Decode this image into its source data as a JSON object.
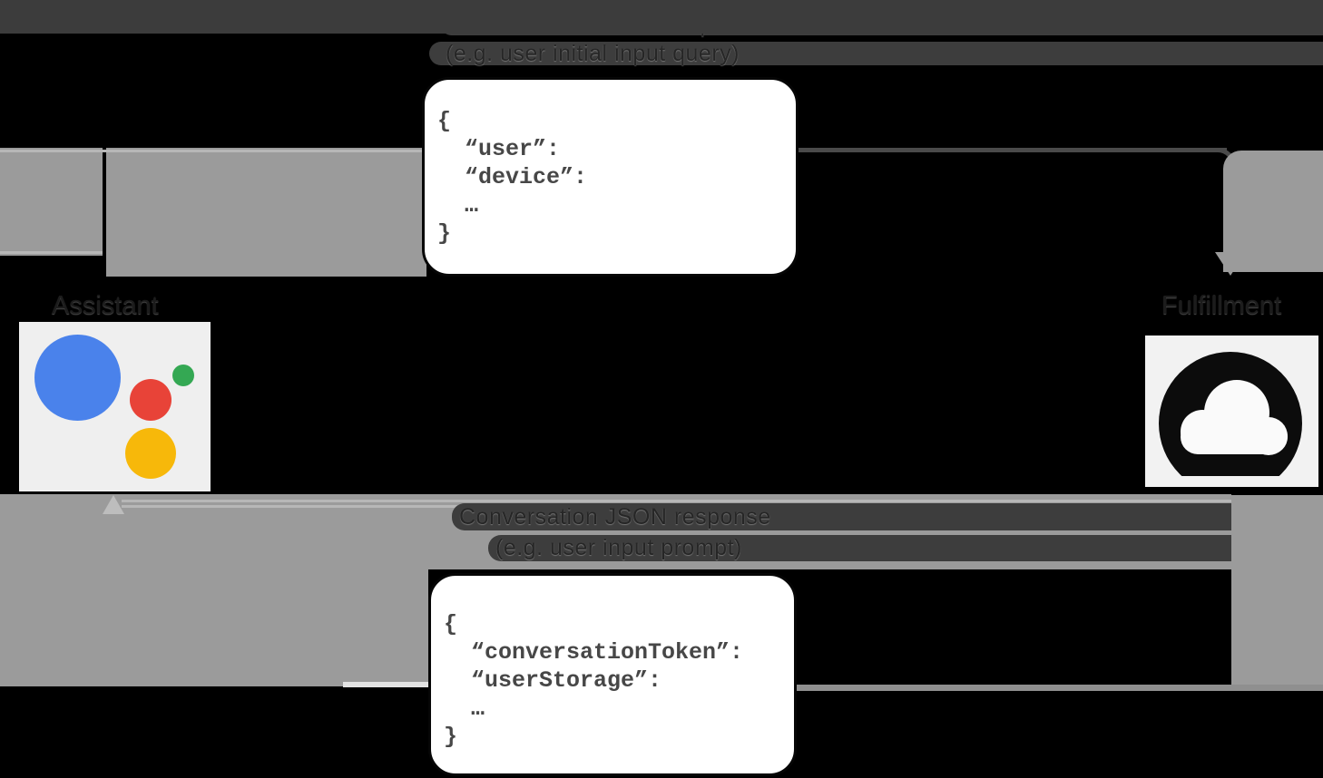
{
  "diagram": {
    "request": {
      "title_line1": "Conversation JSON request",
      "title_line2": "(e.g. user initial input query)",
      "code": [
        "{",
        "“user”:",
        "“device”:",
        "…",
        "}"
      ]
    },
    "response": {
      "title_line1": "Conversation JSON response",
      "title_line2": "(e.g. user input prompt)",
      "code": [
        "{",
        "“conversationToken”:",
        "“userStorage”:",
        "…",
        "}"
      ]
    },
    "nodes": {
      "assistant": {
        "label": "Assistant",
        "icon": "google-assistant-logo"
      },
      "fulfillment": {
        "label": "Fulfillment",
        "icon": "cloud-logo"
      }
    },
    "colors": {
      "background": "#000000",
      "arrow_gray": "#9b9b9b",
      "band_dark": "#3d3d3d",
      "node_box_light": "#efefef",
      "assistant_blue": "#4a82eb",
      "assistant_red": "#e84338",
      "assistant_yellow": "#f7b80a",
      "assistant_green": "#34a853",
      "cloud_black": "#0c0c0c"
    }
  }
}
